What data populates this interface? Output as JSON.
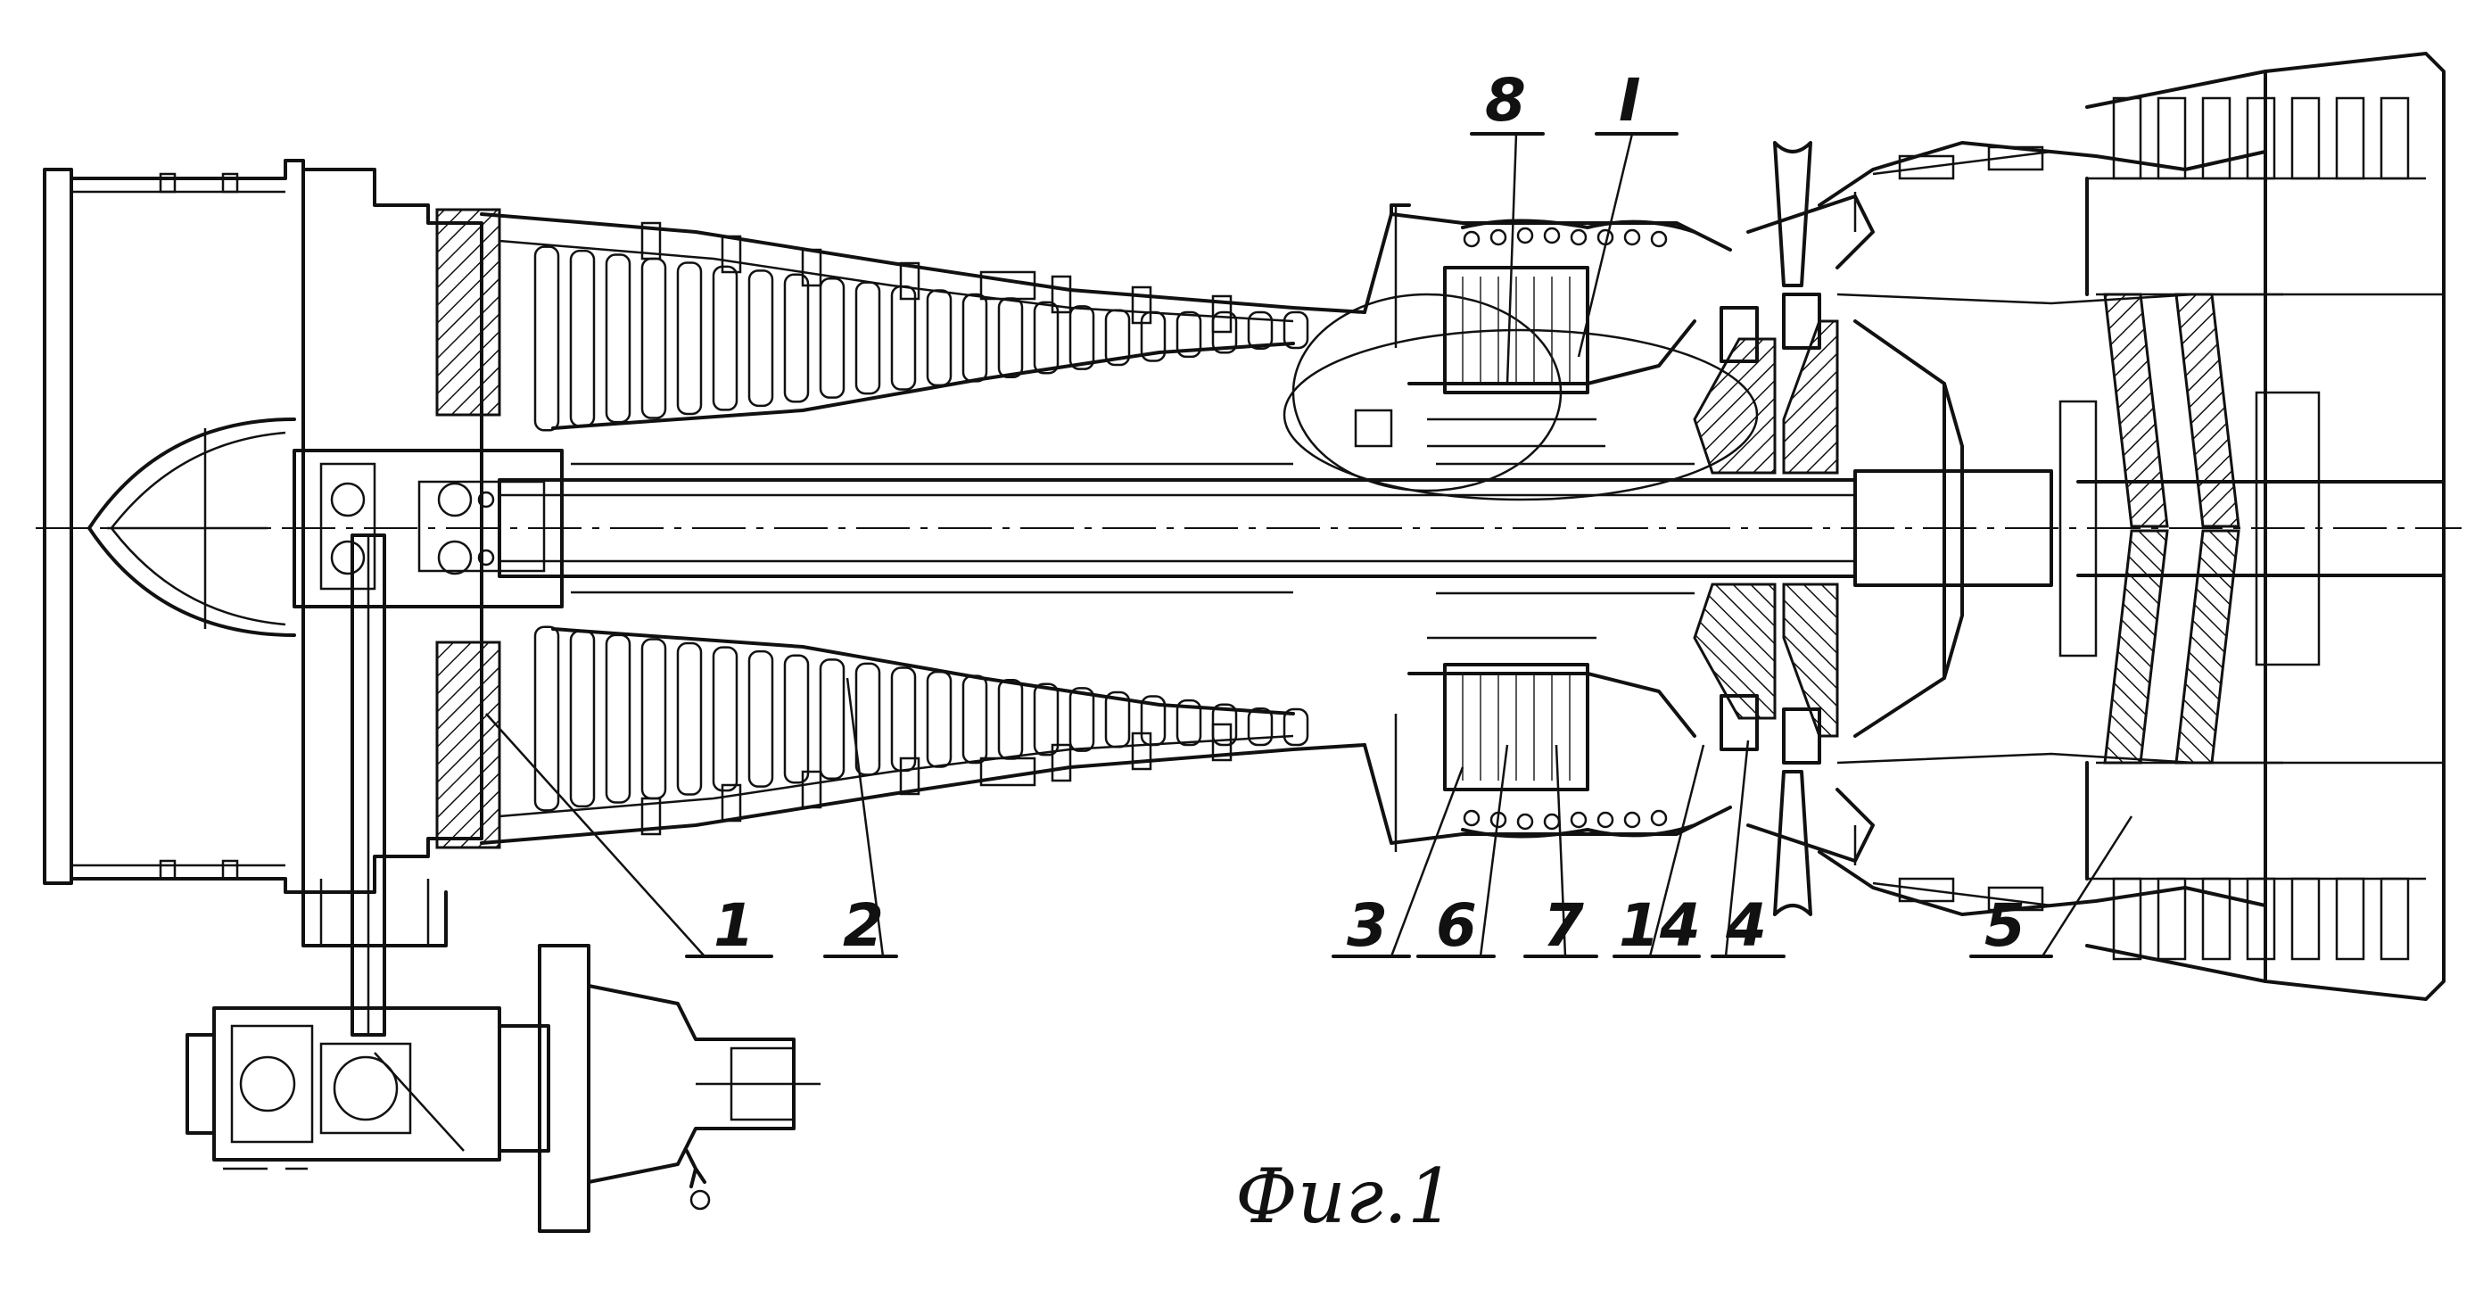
{
  "caption": "Фиг.1",
  "labels": {
    "l1": "1",
    "l2": "2",
    "l3": "3",
    "l4": "4",
    "l5": "5",
    "l6": "6",
    "l7": "7",
    "l8": "8",
    "l14": "14",
    "lI": "I"
  },
  "colors": {
    "ink": "#111111",
    "paper": "#ffffff"
  }
}
